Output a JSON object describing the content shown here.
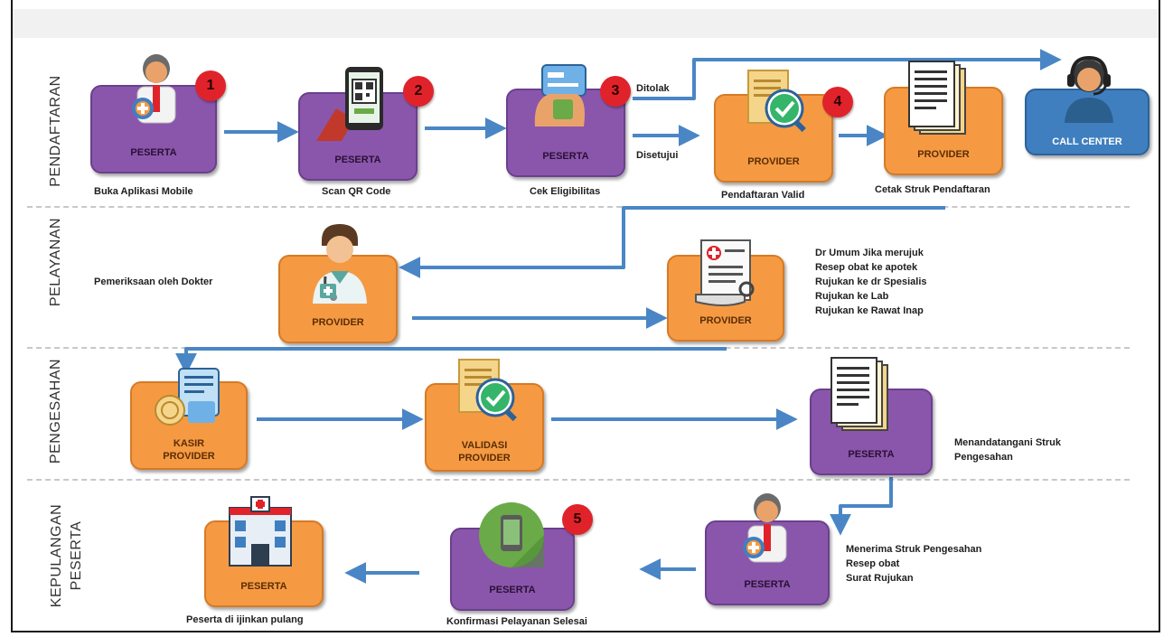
{
  "colors": {
    "peserta_node": "#8a56ac",
    "provider_node": "#f59a43",
    "call_center_node": "#3f7fc0",
    "arrow": "#4a86c5",
    "badge": "#e0232a",
    "stripe_red": "#e0232a",
    "stripe_navy": "#1f3a6b",
    "stripe_yellow": "#f4b400"
  },
  "lanes": {
    "pendaftaran": "PENDAFTARAN",
    "pelayanan": "PELAYANAN",
    "pengesahan": "PENGESAHAN",
    "kepulangan": "KEPULANGAN\nPESERTA"
  },
  "nodes": {
    "n1": {
      "label": "PESERTA",
      "icon": "patient-icon",
      "badge": "1",
      "caption": "Buka Aplikasi Mobile"
    },
    "n2": {
      "label": "PESERTA",
      "icon": "qr-phone-icon",
      "badge": "2",
      "caption": "Scan QR Code"
    },
    "n3": {
      "label": "PESERTA",
      "icon": "card-hand-icon",
      "badge": "3",
      "caption": "Cek Eligibilitas"
    },
    "n4": {
      "label": "PROVIDER",
      "icon": "document-check-icon",
      "badge": "4",
      "caption": "Pendaftaran Valid"
    },
    "n5": {
      "label": "PROVIDER",
      "icon": "receipt-stack-icon",
      "caption": "Cetak Struk Pendaftaran"
    },
    "n6": {
      "label": "CALL CENTER",
      "icon": "headset-operator-icon"
    },
    "n7": {
      "label": "PROVIDER",
      "icon": "doctor-icon",
      "caption": "Pemeriksaan oleh Dokter"
    },
    "n8": {
      "label": "PROVIDER",
      "icon": "prescription-icon"
    },
    "n9": {
      "label": "KASIR\nPROVIDER",
      "icon": "cashier-icon"
    },
    "n10": {
      "label": "VALIDASI\nPROVIDER",
      "icon": "document-check-icon"
    },
    "n11": {
      "label": "PESERTA",
      "icon": "receipt-stack-icon"
    },
    "n12": {
      "label": "PESERTA",
      "icon": "patient-icon"
    },
    "n13": {
      "label": "PESERTA",
      "icon": "mobile-app-icon",
      "badge": "5",
      "caption": "Konfirmasi Pelayanan Selesai"
    },
    "n14": {
      "label": "PESERTA",
      "icon": "hospital-icon",
      "caption": "Peserta di ijinkan pulang"
    }
  },
  "branches": {
    "ditolak": "Ditolak",
    "disetujui": "Disetujui"
  },
  "notes": {
    "pelayanan": [
      "Dr Umum Jika merujuk",
      "Resep obat ke apotek",
      "Rujukan ke dr Spesialis",
      "Rujukan ke Lab",
      "Rujukan ke Rawat Inap"
    ],
    "pengesahan": [
      "Menandatangani Struk",
      "Pengesahan"
    ],
    "kepulangan": [
      "Menerima Struk Pengesahan",
      "Resep obat",
      "Surat Rujukan"
    ]
  }
}
